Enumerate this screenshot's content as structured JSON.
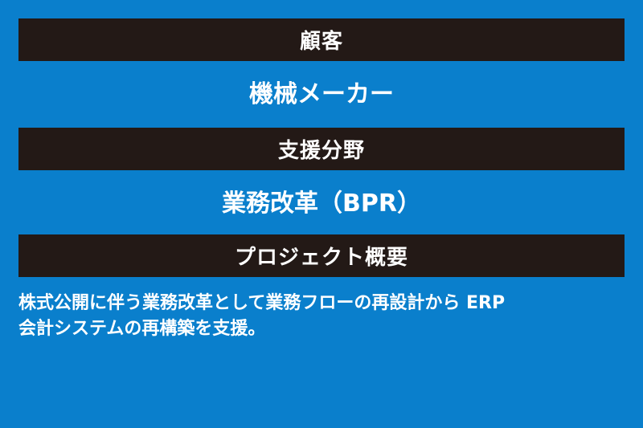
{
  "sections": {
    "customer": {
      "heading": "顧客",
      "value": "機械メーカー"
    },
    "field": {
      "heading": "支援分野",
      "value": "業務改革（BPR）"
    },
    "overview": {
      "heading": "プロジェクト概要",
      "line1": "株式公開に伴う業務改革として業務フローの再設計から ERP",
      "line2": "会計システムの再構築を支援。"
    }
  },
  "colors": {
    "background": "#0a7fcc",
    "heading_bar": "#231916",
    "text": "#ffffff"
  }
}
